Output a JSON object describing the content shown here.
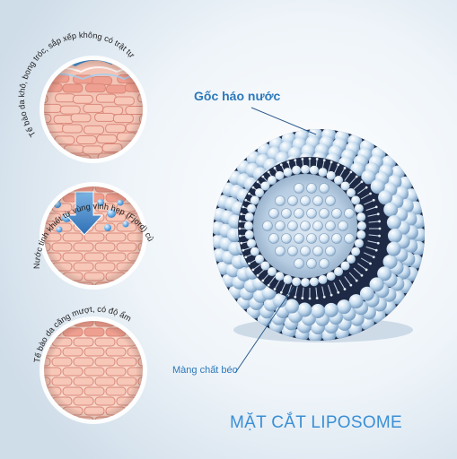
{
  "panels": [
    {
      "caption": "Tế bào da khô, bong tróc, sắp xếp không có trật tự",
      "state": "dry-flaking"
    },
    {
      "caption": "Nước tinh khiết từ vùng vịnh hẹp (Fjord) của Na Uy",
      "state": "hydrating"
    },
    {
      "caption": "Tế bào da căng mượt, có độ ẩm",
      "state": "moisturized"
    }
  ],
  "liposome": {
    "head_label": "Gốc háo nước",
    "membrane_label": "Màng chất béo",
    "title": "MẶT CẮT LIPOSOME"
  },
  "colors": {
    "background": "#e6eef5",
    "skin_light": "#f6cdbf",
    "skin_dark": "#d9887a",
    "water_blue": "#3f8ed0",
    "label_blue": "#2c78ba",
    "sphere_blue": "#b8d3ea",
    "core_dark": "#1e2a45"
  }
}
